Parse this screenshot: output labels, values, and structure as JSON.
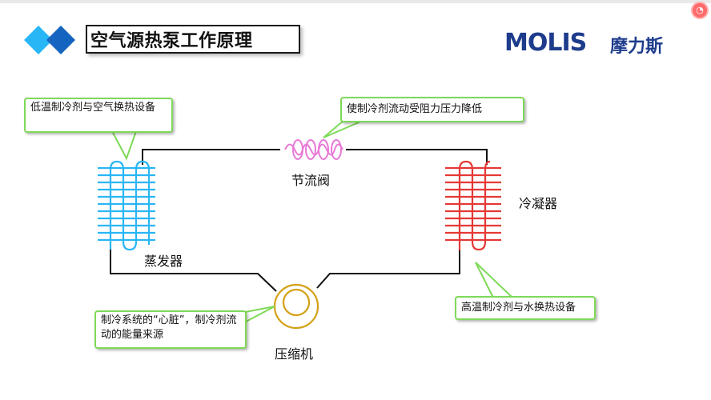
{
  "header": {
    "title": "空气源热泵工作原理",
    "brand_latin": "MOLIS",
    "brand_cn": "摩力斯",
    "badge_icon": "app-badge-icon"
  },
  "components": {
    "evaporator": "蒸发器",
    "expansion_valve": "节流阀",
    "condenser": "冷凝器",
    "compressor": "压缩机"
  },
  "callouts": {
    "evaporator_note": "低温制冷剂与空气换热设备",
    "valve_note": "使制冷剂流动受阻力压力降低",
    "compressor_note": "制冷系统的“心脏”，制冷剂流动的能量来源",
    "condenser_note": "高温制冷剂与水换热设备"
  },
  "colors": {
    "brand": "#1e3c8c",
    "callout_border": "#7ed957",
    "evaporator": "#29b6f6",
    "condenser": "#e53935",
    "valve": "#e879d6",
    "compressor": "#d4a017",
    "diamond_dark": "#1565c0",
    "diamond_light": "#29b6f6"
  }
}
